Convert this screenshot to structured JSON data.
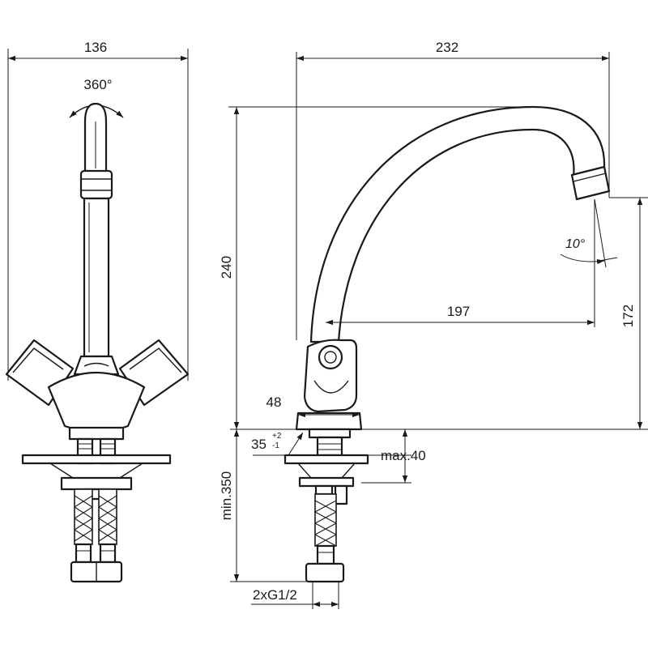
{
  "dimensions": {
    "width_front": "136",
    "width_side": "232",
    "rotation": "360°",
    "height_spout": "240",
    "spout_angle": "10°",
    "spout_reach": "197",
    "height_outlet": "172",
    "base_width": "48",
    "hole_diameter": "35",
    "hole_tol_plus": "+2",
    "hole_tol_minus": "-1",
    "deck_thickness": "max.40",
    "hose_length": "min.350",
    "connection": "2xG1/2"
  },
  "colors": {
    "line": "#1a1a1a",
    "background": "#ffffff"
  }
}
